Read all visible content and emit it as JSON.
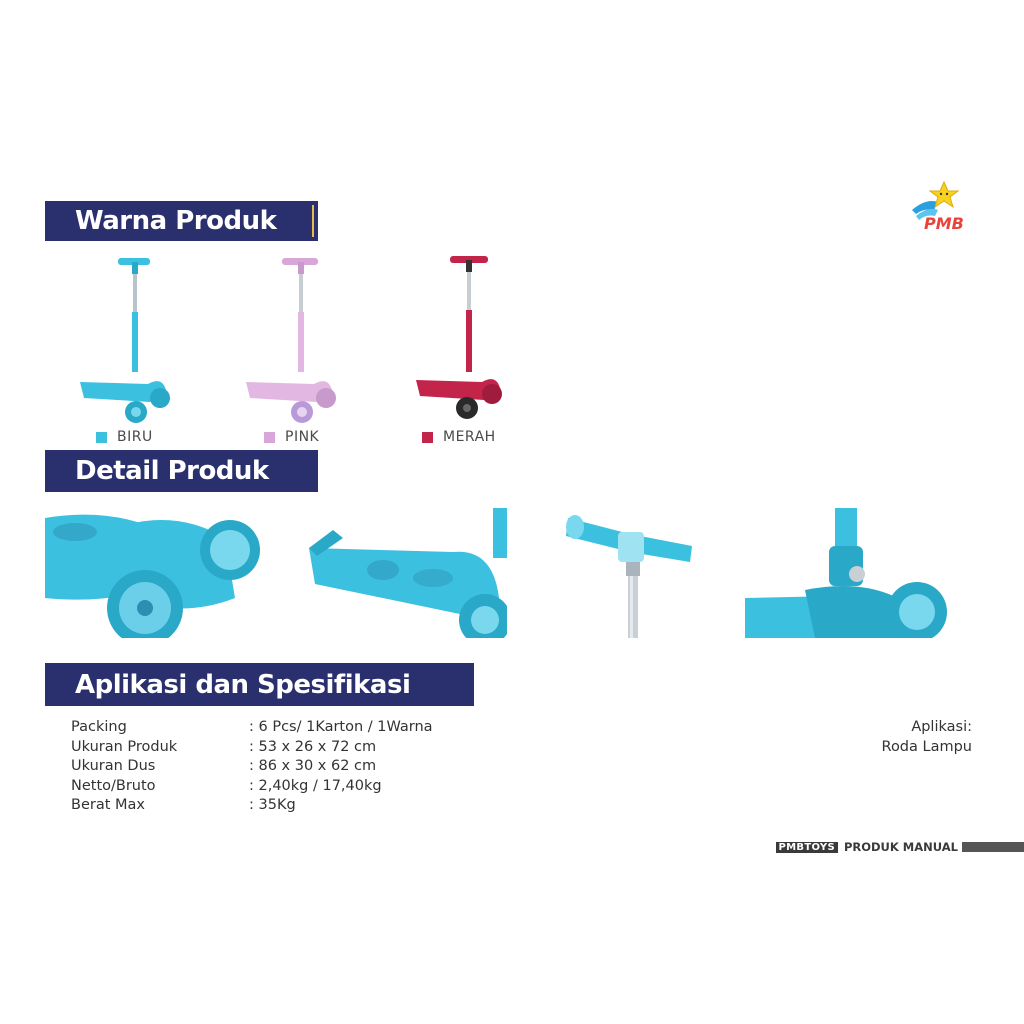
{
  "logo": {
    "text": "PMB",
    "star_color": "#f7d21e",
    "text_color": "#e8433b",
    "tail_color": "#2aa0e0"
  },
  "sections": {
    "warna": "Warna Produk",
    "detail": "Detail Produk",
    "aplikasi": "Aplikasi dan Spesifikasi"
  },
  "colors": [
    {
      "label": "BIRU",
      "hex": "#3cc0e0"
    },
    {
      "label": "PINK",
      "hex": "#d9a6d9"
    },
    {
      "label": "MERAH",
      "hex": "#c2244a"
    }
  ],
  "specs": [
    {
      "key": "Packing",
      "value": ": 6 Pcs/ 1Karton / 1Warna"
    },
    {
      "key": "Ukuran Produk",
      "value": ": 53 x 26 x 72 cm"
    },
    {
      "key": "Ukuran Dus",
      "value": ": 86 x 30 x 62 cm"
    },
    {
      "key": "Netto/Bruto",
      "value": ": 2,40kg / 17,40kg"
    },
    {
      "key": "Berat Max",
      "value": ": 35Kg"
    }
  ],
  "aplikasi": {
    "title": "Aplikasi:",
    "value": "Roda Lampu"
  },
  "footer": {
    "brand": "PMBTOYS",
    "label": "PRODUK MANUAL"
  },
  "theme": {
    "banner": "#2a2f6e",
    "accent_bar": "#e8b84a"
  }
}
